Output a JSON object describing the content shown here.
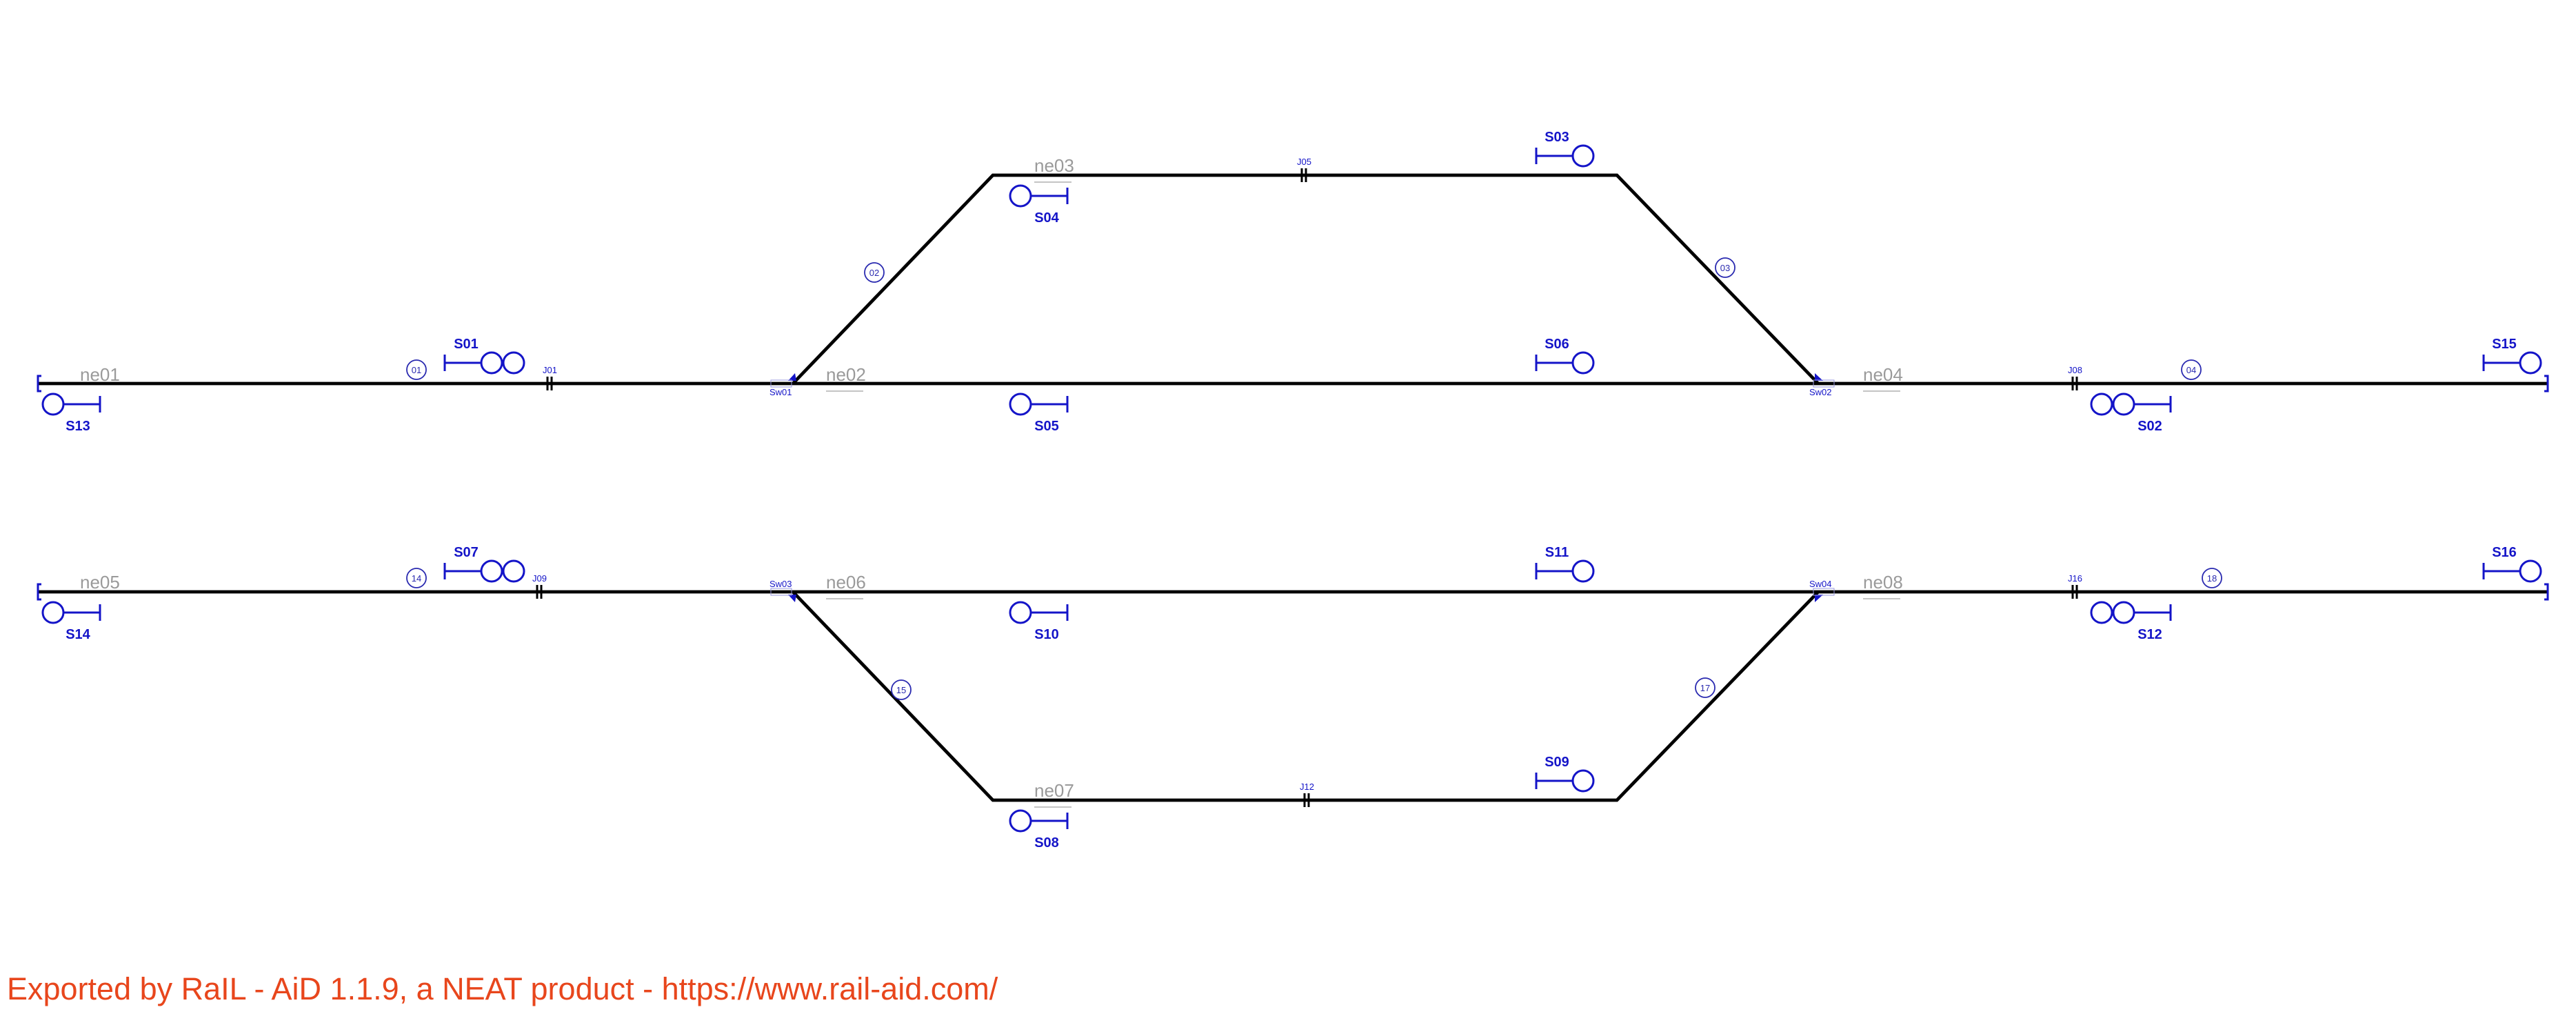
{
  "diagram": {
    "netElements": [
      {
        "label": "ne01"
      },
      {
        "label": "ne02"
      },
      {
        "label": "ne03"
      },
      {
        "label": "ne04"
      },
      {
        "label": "ne05"
      },
      {
        "label": "ne06"
      },
      {
        "label": "ne07"
      },
      {
        "label": "ne08"
      }
    ],
    "switches": [
      {
        "label": "Sw01"
      },
      {
        "label": "Sw02"
      },
      {
        "label": "Sw03"
      },
      {
        "label": "Sw04"
      }
    ],
    "joints": [
      {
        "label": "J01"
      },
      {
        "label": "J05"
      },
      {
        "label": "J08"
      },
      {
        "label": "J09"
      },
      {
        "label": "J12"
      },
      {
        "label": "J16"
      }
    ],
    "routes": [
      {
        "label": "01"
      },
      {
        "label": "02"
      },
      {
        "label": "03"
      },
      {
        "label": "04"
      },
      {
        "label": "14"
      },
      {
        "label": "15"
      },
      {
        "label": "17"
      },
      {
        "label": "18"
      }
    ],
    "signals": [
      {
        "label": "S01",
        "type": "double-lamp-signal"
      },
      {
        "label": "S02",
        "type": "double-lamp-signal"
      },
      {
        "label": "S03",
        "type": "single-lamp-signal"
      },
      {
        "label": "S04",
        "type": "single-lamp-signal"
      },
      {
        "label": "S05",
        "type": "single-lamp-signal"
      },
      {
        "label": "S06",
        "type": "single-lamp-signal"
      },
      {
        "label": "S07",
        "type": "double-lamp-signal"
      },
      {
        "label": "S08",
        "type": "single-lamp-signal"
      },
      {
        "label": "S09",
        "type": "single-lamp-signal"
      },
      {
        "label": "S10",
        "type": "single-lamp-signal"
      },
      {
        "label": "S11",
        "type": "single-lamp-signal"
      },
      {
        "label": "S12",
        "type": "double-lamp-signal"
      },
      {
        "label": "S13",
        "type": "single-lamp-signal"
      },
      {
        "label": "S14",
        "type": "single-lamp-signal"
      },
      {
        "label": "S15",
        "type": "single-lamp-signal"
      },
      {
        "label": "S16",
        "type": "single-lamp-signal"
      }
    ],
    "colors": {
      "track": "#000000",
      "signal": "#1414c8",
      "netElementLabel": "#9a9a9a",
      "route": "#2a2ab0",
      "footer": "#e8461c"
    }
  },
  "footer": {
    "text": "Exported by RaIL - AiD  1.1.9, a NEAT product - https://www.rail-aid.com/"
  }
}
